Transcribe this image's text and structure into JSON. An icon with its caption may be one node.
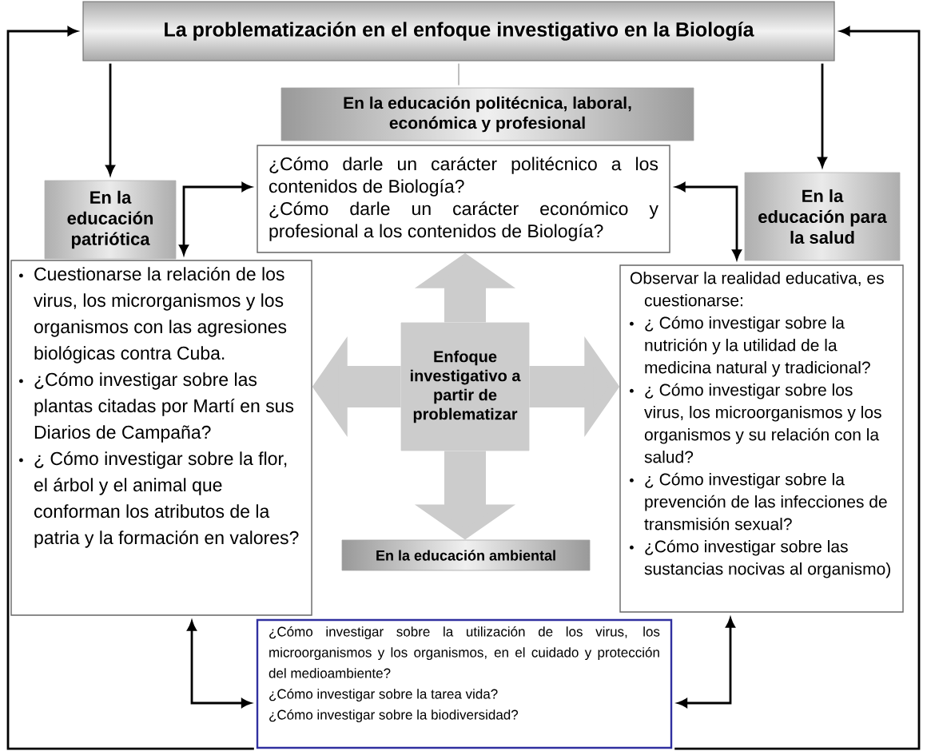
{
  "diagram": {
    "nodes": [
      {
        "text": [
          "La problematización en el enfoque investigativo en la Biología"
        ]
      },
      {
        "text": [
          "En la educación politécnica, laboral, económica y profesional"
        ]
      },
      {
        "text": [
          "¿Cómo darle un carácter politécnico a los contenidos de Biología?",
          "¿Cómo darle un carácter económico y profesional a los contenidos de Biología?"
        ]
      },
      {
        "text": [
          "En la educación patriótica"
        ]
      },
      {
        "text": [
          "En la educación para la salud"
        ]
      },
      {
        "text": [
          "Cuestionarse la relación de los virus, los microrganismos y los organismos con las agresiones biológicas contra Cuba.",
          "¿Cómo investigar sobre las plantas citadas por Martí en sus Diarios de Campaña?",
          "¿ Cómo investigar sobre la flor, el árbol y el animal que conforman los atributos de la patria y la formación en valores?"
        ]
      },
      {
        "text": [
          "Enfoque investigativo a partir de problematizar"
        ]
      },
      {
        "text": [
          "Observar la realidad educativa, es cuestionarse:",
          "¿ Cómo investigar sobre la nutrición y la utilidad de la medicina natural y tradicional?",
          "¿ Cómo investigar sobre los virus, los microorganismos y los organismos y su relación con la salud?",
          "¿ Cómo investigar sobre la prevención de las infecciones de transmisión sexual?",
          "¿Cómo investigar sobre las sustancias nocivas al organismo)"
        ]
      },
      {
        "text": [
          "En la educación ambiental"
        ]
      },
      {
        "text": [
          "¿Cómo investigar sobre la utilización de los virus, los microorganismos y los organismos, en el cuidado y protección del medioambiente?",
          "¿Cómo investigar sobre la tarea vida?",
          "¿Cómo investigar sobre la biodiversidad?"
        ]
      }
    ],
    "edges": [
      {
        "from": 0,
        "to": 3,
        "arrow": "to"
      },
      {
        "from": 0,
        "to": 4,
        "arrow": "to"
      },
      {
        "from": 0,
        "to": 1,
        "arrow": "none",
        "color": "#808080"
      },
      {
        "from": 5,
        "to": 2,
        "arrow": "both"
      },
      {
        "from": 7,
        "to": 2,
        "arrow": "both"
      },
      {
        "from": 5,
        "to": 9,
        "arrow": "both"
      },
      {
        "from": 7,
        "to": 9,
        "arrow": "both"
      },
      {
        "from": 9,
        "to": 0,
        "arrow": "to"
      },
      {
        "from": 9,
        "to": 0,
        "arrow": "to"
      },
      {
        "from": 6,
        "to": 2,
        "arrow": "to",
        "style": "thick",
        "color": "#cccccc"
      },
      {
        "from": 6,
        "to": 5,
        "arrow": "to",
        "style": "thick",
        "color": "#cccccc"
      },
      {
        "from": 6,
        "to": 7,
        "arrow": "to",
        "style": "thick",
        "color": "#cccccc"
      },
      {
        "from": 6,
        "to": 8,
        "arrow": "to",
        "style": "thick",
        "color": "#cccccc"
      }
    ]
  }
}
